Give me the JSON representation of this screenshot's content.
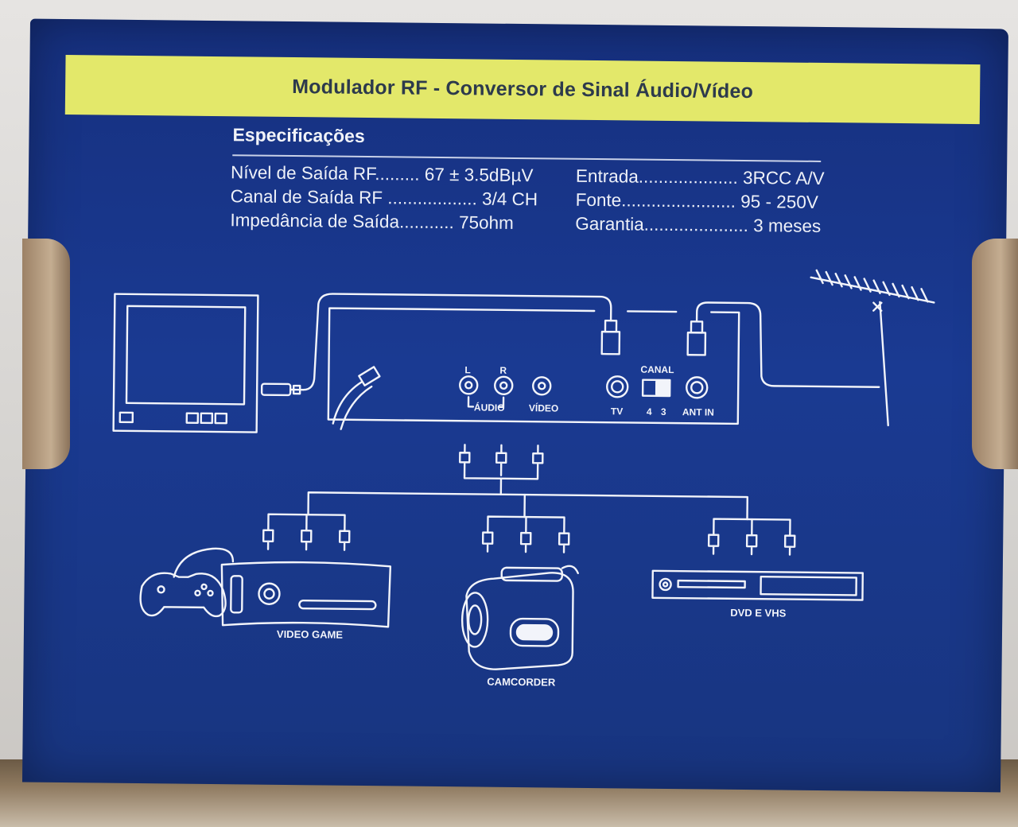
{
  "banner": {
    "title": "Modulador RF - Conversor de Sinal Áudio/Vídeo"
  },
  "specs": {
    "heading": "Especificações",
    "left": [
      "Nível de Saída RF......... 67 ± 3.5dBµV",
      "Canal de Saída RF .................. 3/4 CH",
      "Impedância de Saída........... 75ohm"
    ],
    "right": [
      "Entrada.................... 3RCC A/V",
      "Fonte....................... 95 - 250V",
      "Garantia..................... 3 meses"
    ]
  },
  "diagram": {
    "ports": {
      "l": "L",
      "r": "R",
      "audio": "ÁUDIO",
      "video": "VÍDEO",
      "tv": "TV",
      "canal": "CANAL",
      "ch4": "4",
      "ch3": "3",
      "ant_in": "ANT IN"
    },
    "devices": {
      "video_game": "VIDEO GAME",
      "camcorder": "CAMCORDER",
      "dvd_vhs": "DVD E VHS"
    }
  },
  "colors": {
    "box_blue": "#1a3a92",
    "banner_yellow": "#e3e86a",
    "line_white": "#f2f4fa",
    "banner_text": "#2d3a4c"
  }
}
